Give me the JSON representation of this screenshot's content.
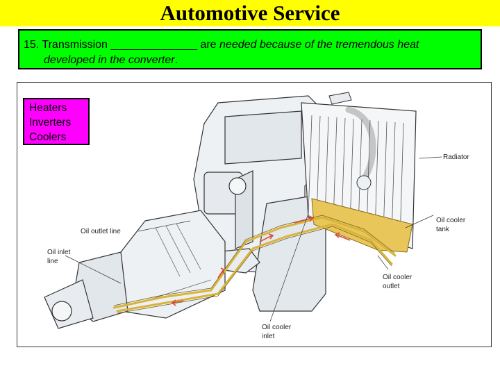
{
  "title": "Automotive Service",
  "question": {
    "number": "15.",
    "prefix": "Transmission",
    "blank": "______________",
    "verb": "are",
    "italic_1": "needed because of the tremendous heat",
    "italic_2": "developed in the converter",
    "end": "."
  },
  "answers": [
    "Heaters",
    "Inverters",
    "Coolers"
  ],
  "figure": {
    "labels": {
      "radiator": "Radiator",
      "oil_outlet_line": "Oil outlet line",
      "oil_inlet_1": "Oil inlet",
      "oil_inlet_2": "line",
      "oil_cooler_tank_1": "Oil cooler",
      "oil_cooler_tank_2": "tank",
      "oil_cooler_outlet_1": "Oil cooler",
      "oil_cooler_outlet_2": "outlet",
      "oil_cooler_inlet_1": "Oil cooler",
      "oil_cooler_inlet_2": "inlet"
    }
  },
  "colors": {
    "title_bg": "#ffff00",
    "question_bg": "#00ff00",
    "answers_bg": "#ff00ff",
    "oil_line": "#d9b43a",
    "arrow": "#d94a3a"
  }
}
